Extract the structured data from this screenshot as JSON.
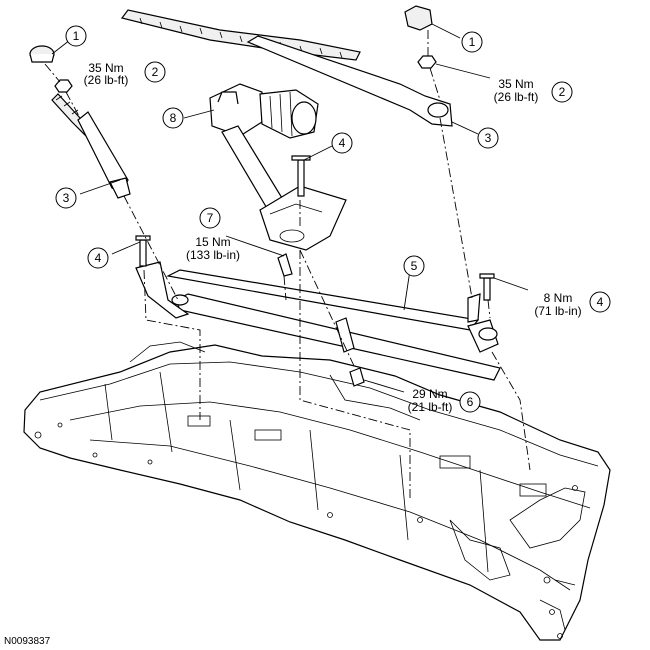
{
  "figure_id": "N0093837",
  "callouts": [
    {
      "id": "c1a",
      "number": "1"
    },
    {
      "id": "c2a",
      "number": "2",
      "torque_nm": "35 Nm",
      "torque_imp": "(26 lb-ft)"
    },
    {
      "id": "c3a",
      "number": "3"
    },
    {
      "id": "c4a",
      "number": "4"
    },
    {
      "id": "c7",
      "number": "7",
      "torque_nm": "15 Nm",
      "torque_imp": "(133 lb-in)"
    },
    {
      "id": "c8",
      "number": "8"
    },
    {
      "id": "c4b",
      "number": "4"
    },
    {
      "id": "c1b",
      "number": "1"
    },
    {
      "id": "c2b",
      "number": "2",
      "torque_nm": "35 Nm",
      "torque_imp": "(26 lb-ft)"
    },
    {
      "id": "c3b",
      "number": "3"
    },
    {
      "id": "c5",
      "number": "5"
    },
    {
      "id": "c4c",
      "number": "4",
      "torque_nm": "8 Nm",
      "torque_imp": "(71 lb-in)"
    },
    {
      "id": "c6",
      "number": "6",
      "torque_nm": "29 Nm",
      "torque_imp": "(21 lb-ft)"
    }
  ]
}
